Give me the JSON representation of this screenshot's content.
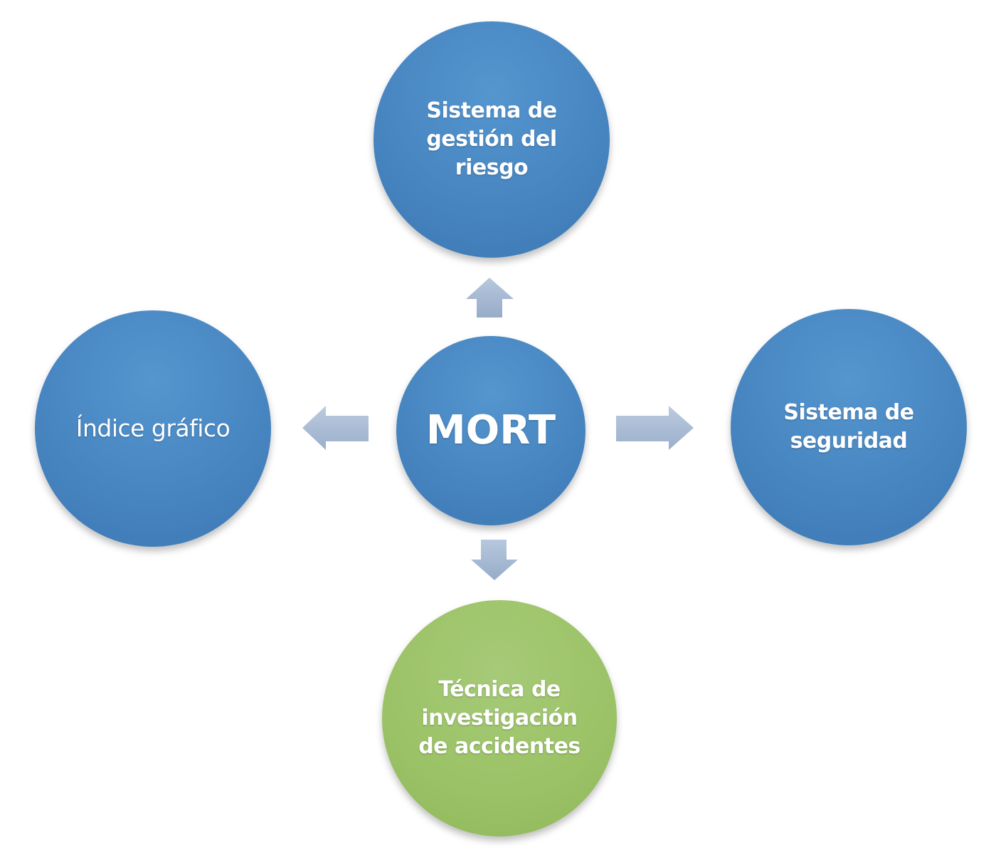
{
  "diagram": {
    "center": {
      "label": "MORT"
    },
    "nodes": {
      "top": {
        "label": "Sistema de gestión del riesgo",
        "lines": [
          "Sistema de",
          "gestión del",
          "riesgo"
        ]
      },
      "left": {
        "label": "Índice gráfico"
      },
      "right": {
        "label": "Sistema de seguridad",
        "lines": [
          "Sistema de",
          "seguridad"
        ]
      },
      "bottom": {
        "label": "Técnica de investigación de accidentes",
        "lines": [
          "Técnica de",
          "investigación",
          "de accidentes"
        ]
      }
    },
    "colors": {
      "blue": "#4684c0",
      "green": "#9bc266",
      "arrow": "#a9bcd6"
    }
  }
}
